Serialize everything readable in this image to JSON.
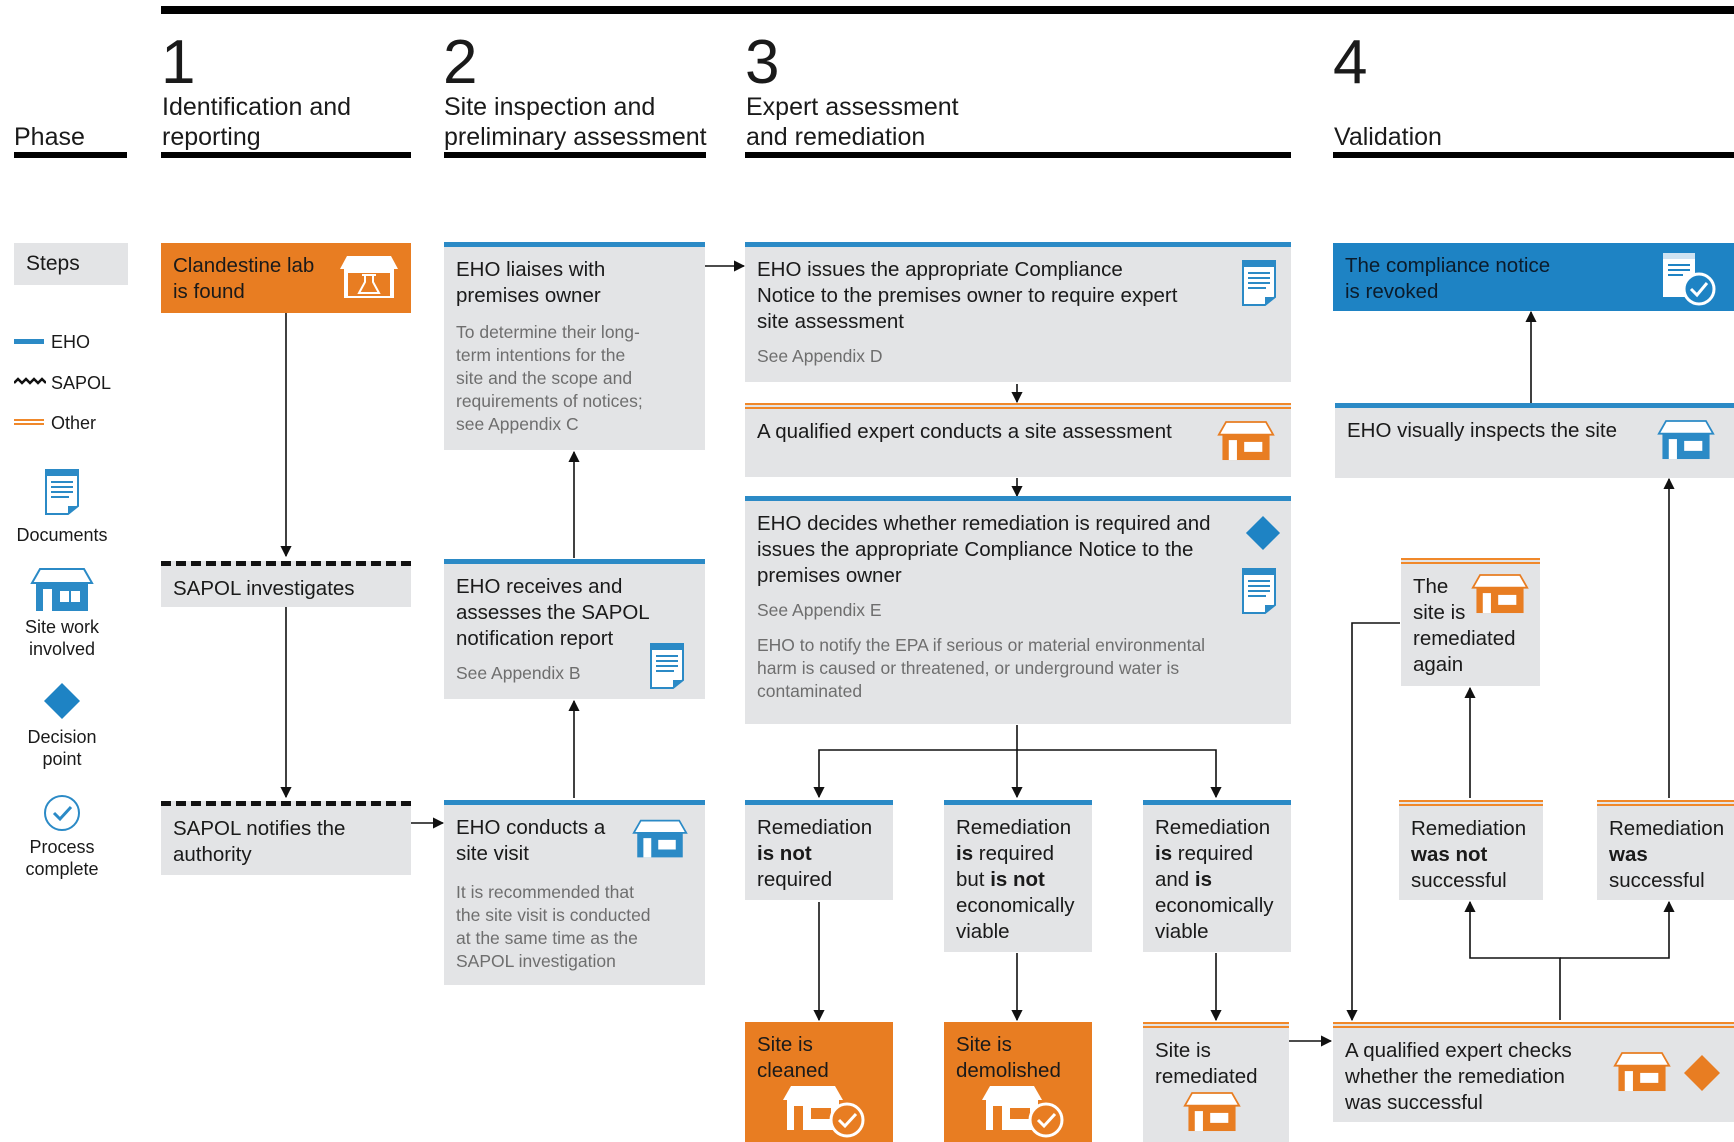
{
  "header": {
    "phase_label": "Phase",
    "phases": [
      {
        "number": "1",
        "title_lines": [
          "Identification and",
          "reporting"
        ]
      },
      {
        "number": "2",
        "title_lines": [
          "Site inspection and",
          "preliminary assessment"
        ]
      },
      {
        "number": "3",
        "title_lines": [
          "Expert assessment",
          "and remediation"
        ]
      },
      {
        "number": "4",
        "title_lines": [
          "",
          "Validation"
        ]
      }
    ]
  },
  "legend": {
    "steps": "Steps",
    "eho": "EHO",
    "sapol": "SAPOL",
    "other": "Other",
    "documents": "Documents",
    "site_work": [
      "Site work",
      "involved"
    ],
    "decision": [
      "Decision",
      "point"
    ],
    "process_complete": [
      "Process",
      "complete"
    ]
  },
  "colors": {
    "eho_blue": "#2b8ac6",
    "other_orange": "#f0882a",
    "fill_orange": "#e87d22",
    "fill_blue": "#1e83c4",
    "box_grey": "#e3e4e6"
  },
  "steps": {
    "lab_found": [
      "Clandestine lab",
      "is found"
    ],
    "sapol_investigates": "SAPOL investigates",
    "sapol_notifies": [
      "SAPOL notifies the",
      "authority"
    ],
    "eho_liaises": [
      "EHO liaises with",
      "premises owner"
    ],
    "eho_liaises_note": [
      "To determine their long-",
      "term intentions for the",
      "site and the scope and",
      "requirements of notices;",
      "see Appendix C"
    ],
    "eho_receives": [
      "EHO receives and",
      "assesses the SAPOL",
      "notification report"
    ],
    "eho_receives_note": "See Appendix B",
    "eho_visit": [
      "EHO conducts a",
      "site visit"
    ],
    "eho_visit_note": [
      "It is recommended that",
      "the site visit is conducted",
      "at the same time as the",
      "SAPOL investigation"
    ],
    "eho_issues": [
      "EHO issues the appropriate Compliance",
      "Notice to the premises owner to require expert",
      "site assessment"
    ],
    "eho_issues_note": "See Appendix D",
    "expert_assessment": "A qualified expert conducts a site assessment",
    "eho_decides": [
      "EHO decides whether remediation is required and",
      "issues the appropriate Compliance Notice to the",
      "premises owner"
    ],
    "eho_decides_note1": "See Appendix E",
    "eho_decides_note2": [
      "EHO to notify the EPA if serious or material environmental",
      "harm is caused or threatened, or underground water is",
      "contaminated"
    ],
    "rem_not_required": {
      "l1": "Remediation",
      "l2b": "is not",
      "l3": "required"
    },
    "rem_not_viable": {
      "l1": "Remediation",
      "l2b": "is",
      "l2": " required",
      "l3": "but ",
      "l3b": "is not",
      "l4": "economically",
      "l5": "viable"
    },
    "rem_viable": {
      "l1": "Remediation",
      "l2b": "is",
      "l2": " required",
      "l3": "and ",
      "l3b": "is",
      "l4": "economically",
      "l5": "viable"
    },
    "site_cleaned": [
      "Site is",
      "cleaned"
    ],
    "site_demolished": [
      "Site is",
      "demolished"
    ],
    "site_remediated": [
      "Site is",
      "remediated"
    ],
    "notice_revoked": [
      "The compliance notice",
      "is revoked"
    ],
    "eho_inspects": "EHO visually inspects the site",
    "remediated_again": [
      "The",
      "site is",
      "remediated",
      "again"
    ],
    "rem_not_success": {
      "l1": "Remediation",
      "l2b": "was not",
      "l3": "successful"
    },
    "rem_success": {
      "l1": "Remediation",
      "l2b": "was",
      "l3": "successful"
    },
    "expert_checks": [
      "A qualified expert checks",
      "whether the remediation",
      "was successful"
    ]
  }
}
